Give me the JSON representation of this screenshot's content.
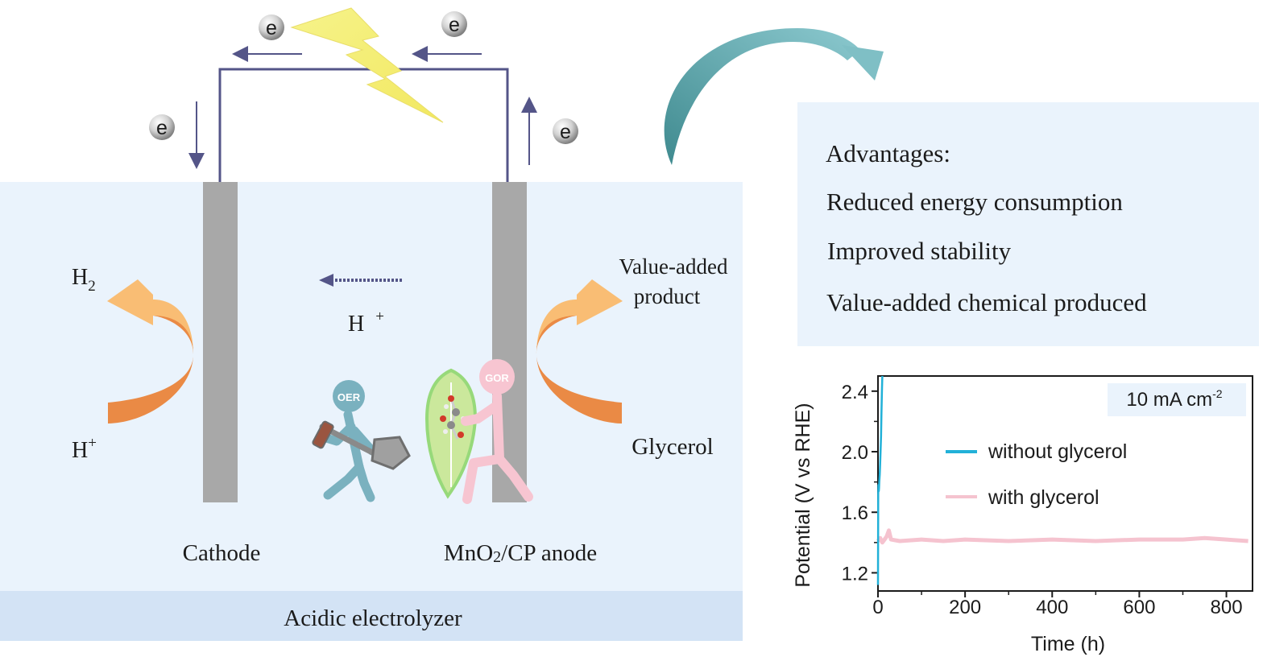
{
  "electron_symbol": "e",
  "cell": {
    "cathode_label": "Cathode",
    "anode_label_prefix": "MnO",
    "anode_label_sub": "2",
    "anode_label_suffix": "/CP anode",
    "electrolyzer_label": "Acidic electrolyzer"
  },
  "species": {
    "h2_base": "H",
    "h2_sub": "2",
    "hplus_base": "H",
    "hplus_sup": "+",
    "proton_base": "H",
    "proton_sup": "+",
    "product_line1": "Value-added",
    "product_line2": "product",
    "glycerol": "Glycerol"
  },
  "figures": {
    "oer": "OER",
    "gor": "GOR"
  },
  "advantages": {
    "heading": "Advantages:",
    "items": [
      "Reduced energy consumption",
      "Improved stability",
      "Value-added chemical produced"
    ]
  },
  "colors": {
    "electrolyte": "#eaf3fc",
    "electrolyzer_bar": "#d3e3f5",
    "electrode": "#a8a8a8",
    "wire": "#545588",
    "arrow_orange_light": "#f9bd74",
    "arrow_orange_dark": "#ea8a45",
    "oer_teal": "#7ab1bf",
    "gor_pink": "#f7c5d1",
    "curve_arrow": "#4f9aa0",
    "series_without": "#22b1d8",
    "series_with": "#f5c3cf"
  },
  "chart_data": {
    "type": "line",
    "xlabel": "Time (h)",
    "ylabel": "Potential (V vs RHE)",
    "annotation_base": "10 mA cm",
    "annotation_sup": "-2",
    "xlim": [
      0,
      860
    ],
    "ylim": [
      1.08,
      2.5
    ],
    "xticks": [
      0,
      200,
      400,
      600,
      800
    ],
    "yticks": [
      1.2,
      1.6,
      2.0,
      2.4
    ],
    "xtick_labels": [
      "0",
      "200",
      "400",
      "600",
      "800"
    ],
    "ytick_labels": [
      "1.2",
      "1.6",
      "2.0",
      "2.4"
    ],
    "legend_placement": "center",
    "grid": false,
    "series": [
      {
        "name": "without glycerol",
        "color": "#22b1d8",
        "x": [
          0,
          0.6,
          1.2,
          1.8,
          2.4,
          3,
          4,
          5,
          6,
          7,
          8,
          9,
          10
        ],
        "y": [
          1.12,
          1.72,
          1.78,
          1.74,
          1.76,
          1.8,
          1.85,
          1.92,
          2.0,
          2.1,
          2.25,
          2.4,
          2.52
        ]
      },
      {
        "name": "with glycerol",
        "color": "#f5c3cf",
        "x": [
          0,
          5,
          10,
          15,
          20,
          25,
          30,
          50,
          100,
          150,
          200,
          300,
          400,
          500,
          600,
          700,
          750,
          800,
          850
        ],
        "y": [
          1.41,
          1.43,
          1.4,
          1.42,
          1.44,
          1.48,
          1.42,
          1.41,
          1.42,
          1.41,
          1.42,
          1.41,
          1.42,
          1.41,
          1.42,
          1.42,
          1.43,
          1.42,
          1.41
        ]
      }
    ]
  }
}
